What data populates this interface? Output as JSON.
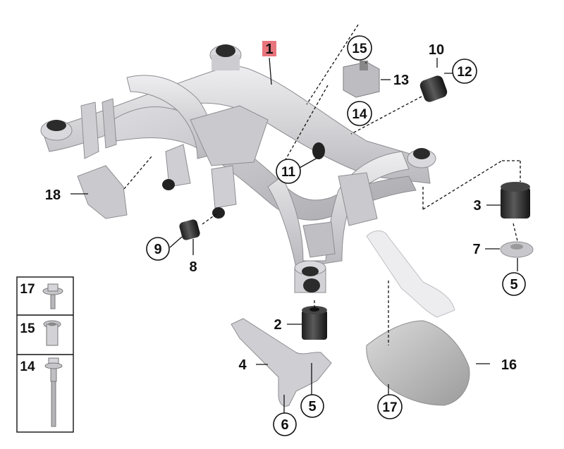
{
  "diagram": {
    "main_part_label": "1",
    "callouts": [
      {
        "id": "c2",
        "label": "2",
        "circled": false
      },
      {
        "id": "c3",
        "label": "3",
        "circled": false
      },
      {
        "id": "c4",
        "label": "4",
        "circled": false
      },
      {
        "id": "c5a",
        "label": "5",
        "circled": true
      },
      {
        "id": "c5b",
        "label": "5",
        "circled": true
      },
      {
        "id": "c6",
        "label": "6",
        "circled": true
      },
      {
        "id": "c7",
        "label": "7",
        "circled": false
      },
      {
        "id": "c8",
        "label": "8",
        "circled": false
      },
      {
        "id": "c9",
        "label": "9",
        "circled": true
      },
      {
        "id": "c10",
        "label": "10",
        "circled": false
      },
      {
        "id": "c11",
        "label": "11",
        "circled": true
      },
      {
        "id": "c12",
        "label": "12",
        "circled": true
      },
      {
        "id": "c13",
        "label": "13",
        "circled": false
      },
      {
        "id": "c14",
        "label": "14",
        "circled": true
      },
      {
        "id": "c15",
        "label": "15",
        "circled": true
      },
      {
        "id": "c16",
        "label": "16",
        "circled": false
      },
      {
        "id": "c17",
        "label": "17",
        "circled": true
      },
      {
        "id": "c18",
        "label": "18",
        "circled": false
      }
    ],
    "legend": [
      {
        "label": "17",
        "icon": "flange-bolt-icon"
      },
      {
        "label": "15",
        "icon": "sleeve-nut-icon"
      },
      {
        "label": "14",
        "icon": "long-bolt-icon"
      }
    ],
    "colors": {
      "highlight": "#e8747c",
      "line": "#111111",
      "part": "#d4d4d8"
    }
  }
}
